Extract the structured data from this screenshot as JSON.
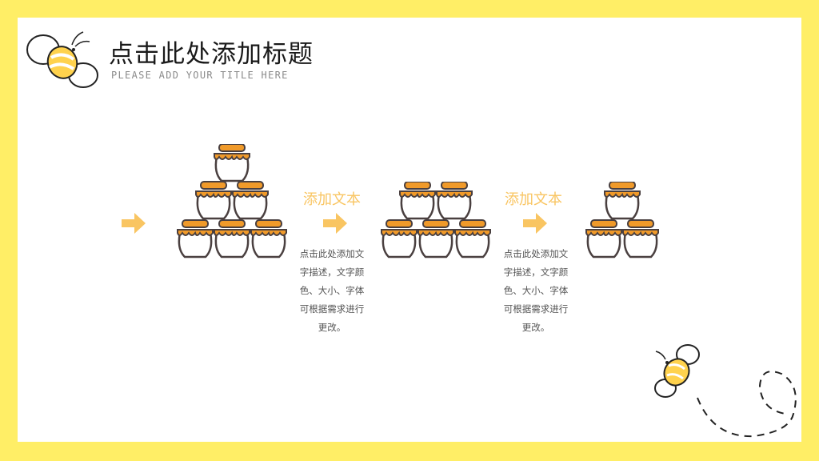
{
  "header": {
    "title": "点击此处添加标题",
    "subtitle": "PLEASE ADD YOUR TITLE HERE"
  },
  "steps": [
    {
      "title": "添加文本",
      "desc_lines": [
        "点击此处添加文",
        "字描述，文字颜",
        "色、大小、字体",
        "可根据需求进行",
        "更改。"
      ]
    },
    {
      "title": "添加文本",
      "desc_lines": [
        "点击此处添加文",
        "字描述，文字颜",
        "色、大小、字体",
        "可根据需求进行",
        "更改。"
      ]
    }
  ],
  "jar_groups": [
    {
      "jar_count": 6,
      "arrangement": "pyramid 1-2-3"
    },
    {
      "jar_count": 5,
      "arrangement": "2-3"
    },
    {
      "jar_count": 3,
      "arrangement": "1-2"
    }
  ],
  "icons": {
    "arrow": "arrow-right-icon",
    "jar": "honey-jar-icon",
    "bee": "bee-icon"
  },
  "colors": {
    "frame": "#FFEE66",
    "arrow": "#F9C562",
    "jar_lid": "#F09A2A",
    "jar_outline": "#4a4040",
    "accent_text": "#F9C562"
  }
}
